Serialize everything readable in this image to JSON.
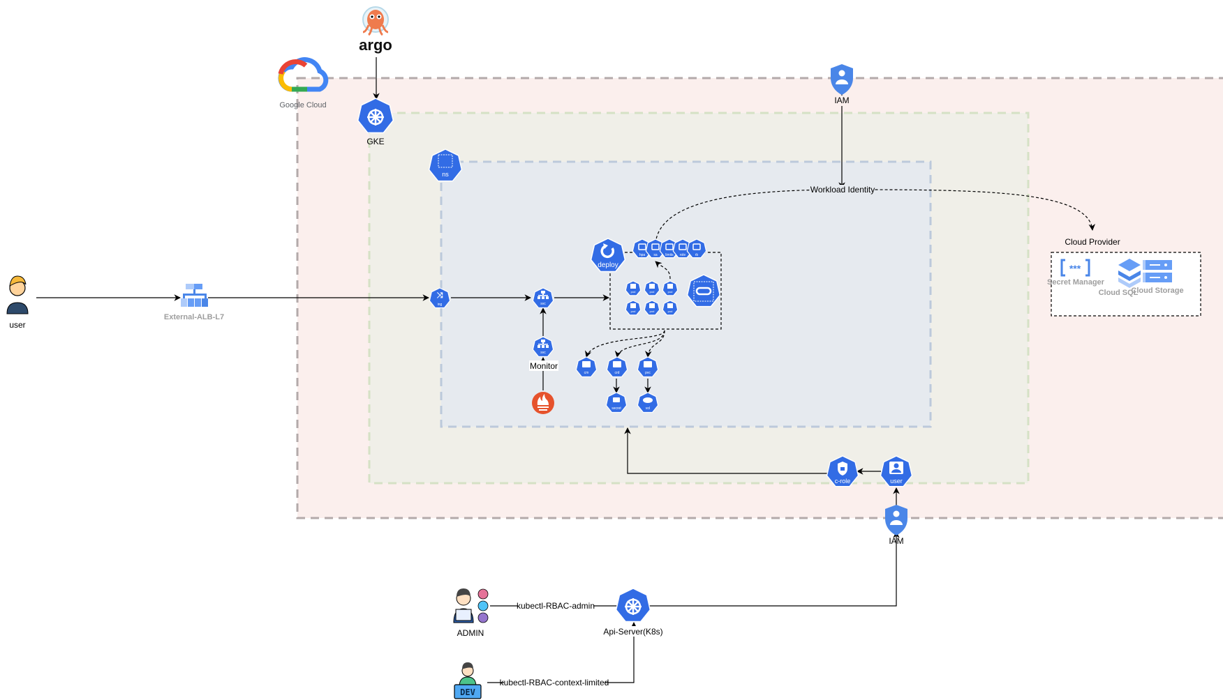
{
  "colors": {
    "k8s_blue": "#326CE5",
    "gcp_zone_fill": "#FBEFED",
    "gcp_zone_border": "#B3AAAA",
    "gke_zone_fill": "#F0EFE8",
    "gke_zone_border": "#D5E1C5",
    "ns_zone_fill": "#E6EAEF",
    "ns_zone_border": "#BCC9DB",
    "gcp_icon_blue": "#4A86E8",
    "gcp_icon_light": "#AECBFA",
    "gcp_text_gray": "#9E9E9E",
    "prometheus": "#E6522C"
  },
  "top": {
    "argo_label": "argo",
    "google_cloud_label": "Google Cloud",
    "gke_label": "GKE",
    "iam_top_label": "IAM"
  },
  "ingress_path": {
    "user_label": "user",
    "alb_label": "External-ALB-L7"
  },
  "namespace": {
    "ns_label": "ns",
    "ing_label": "ing",
    "svc_label": "svc",
    "monitor_svc_label": "svc",
    "monitor_label": "Monitor",
    "deploy_label": "deploy",
    "workload_icons": [
      "hpa",
      "sa",
      "limits",
      "role",
      "rb"
    ],
    "pod_label": "pod",
    "pod_count": 6,
    "config_icons": [
      "cm",
      "crd",
      "pvc"
    ],
    "secret_label": "secret",
    "vol_label": "vol"
  },
  "edges": {
    "workload_identity_label": "Workload Identity"
  },
  "cloud_provider": {
    "title": "Cloud Provider",
    "services": [
      {
        "name": "Secret Manager",
        "icon": "secret-manager-icon"
      },
      {
        "name": "Cloud SQL",
        "icon": "cloud-sql-icon"
      },
      {
        "name": "Cloud Storage",
        "icon": "cloud-storage-icon"
      }
    ]
  },
  "rbac": {
    "crole_label": "c-role",
    "user_label": "user",
    "iam_bottom_label": "IAM",
    "admin_label": "ADMIN",
    "admin_edge_label": "kubectl-RBAC-admin",
    "api_server_label": "Api-Server(K8s)",
    "dev_edge_label": "kubectl-RBAC-context-limited",
    "dev_badge": "DEV"
  }
}
